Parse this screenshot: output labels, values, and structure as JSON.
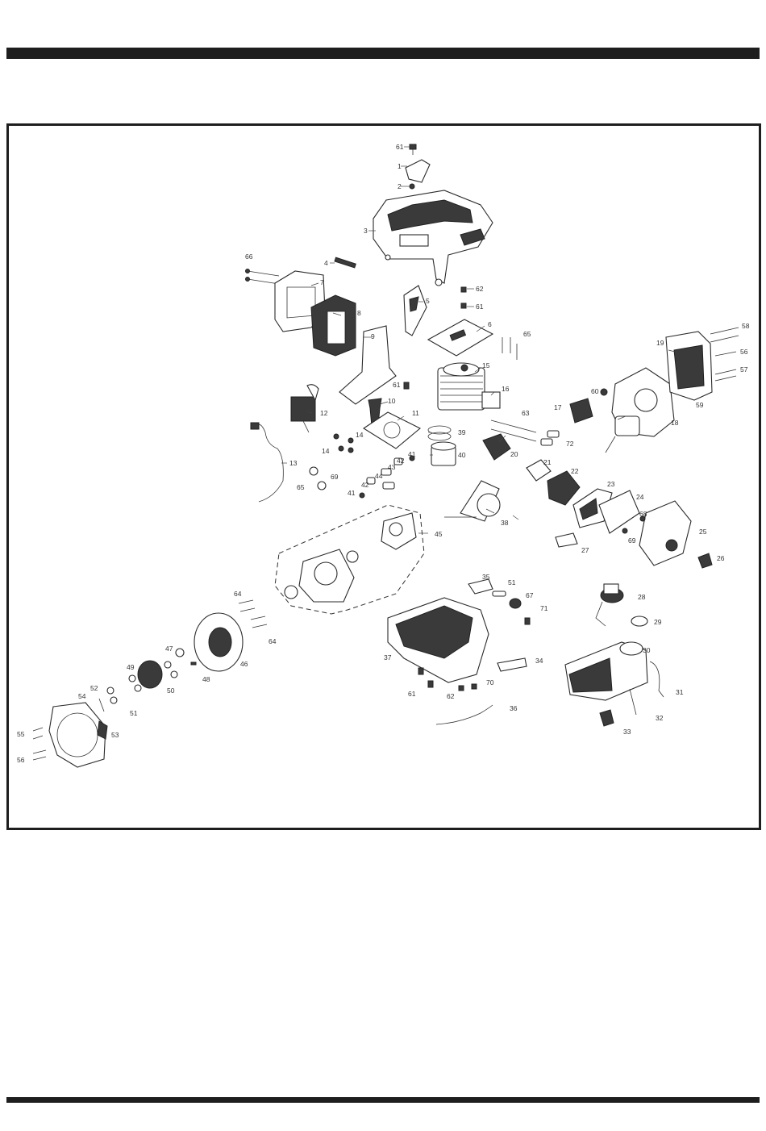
{
  "diagram": {
    "labels": [
      {
        "id": "61",
        "text": "61"
      },
      {
        "id": "1",
        "text": "1"
      },
      {
        "id": "2",
        "text": "2"
      },
      {
        "id": "3",
        "text": "3"
      },
      {
        "id": "66",
        "text": "66"
      },
      {
        "id": "4",
        "text": "4"
      },
      {
        "id": "7",
        "text": "7"
      },
      {
        "id": "5",
        "text": "5"
      },
      {
        "id": "62",
        "text": "62"
      },
      {
        "id": "61b",
        "text": "61"
      },
      {
        "id": "8",
        "text": "8"
      },
      {
        "id": "6",
        "text": "6"
      },
      {
        "id": "65",
        "text": "65"
      },
      {
        "id": "9",
        "text": "9"
      },
      {
        "id": "58",
        "text": "58"
      },
      {
        "id": "19",
        "text": "19"
      },
      {
        "id": "56",
        "text": "56"
      },
      {
        "id": "57",
        "text": "57"
      },
      {
        "id": "15",
        "text": "15"
      },
      {
        "id": "61c",
        "text": "61"
      },
      {
        "id": "60",
        "text": "60"
      },
      {
        "id": "16",
        "text": "16"
      },
      {
        "id": "59",
        "text": "59"
      },
      {
        "id": "10",
        "text": "10"
      },
      {
        "id": "17",
        "text": "17"
      },
      {
        "id": "12",
        "text": "12"
      },
      {
        "id": "63",
        "text": "63"
      },
      {
        "id": "18",
        "text": "18"
      },
      {
        "id": "11",
        "text": "11"
      },
      {
        "id": "39",
        "text": "39"
      },
      {
        "id": "14",
        "text": "14"
      },
      {
        "id": "72",
        "text": "72"
      },
      {
        "id": "14b",
        "text": "14"
      },
      {
        "id": "20",
        "text": "20"
      },
      {
        "id": "41",
        "text": "41"
      },
      {
        "id": "40",
        "text": "40"
      },
      {
        "id": "13",
        "text": "13"
      },
      {
        "id": "42",
        "text": "42"
      },
      {
        "id": "43",
        "text": "43"
      },
      {
        "id": "21",
        "text": "21"
      },
      {
        "id": "69",
        "text": "69"
      },
      {
        "id": "44",
        "text": "44"
      },
      {
        "id": "22",
        "text": "22"
      },
      {
        "id": "65b",
        "text": "65"
      },
      {
        "id": "23",
        "text": "23"
      },
      {
        "id": "41b",
        "text": "41"
      },
      {
        "id": "42b",
        "text": "42"
      },
      {
        "id": "24",
        "text": "24"
      },
      {
        "id": "38",
        "text": "38"
      },
      {
        "id": "68",
        "text": "68"
      },
      {
        "id": "45",
        "text": "45"
      },
      {
        "id": "25",
        "text": "25"
      },
      {
        "id": "69b",
        "text": "69"
      },
      {
        "id": "27",
        "text": "27"
      },
      {
        "id": "26",
        "text": "26"
      },
      {
        "id": "35",
        "text": "35"
      },
      {
        "id": "51",
        "text": "51"
      },
      {
        "id": "64",
        "text": "64"
      },
      {
        "id": "67",
        "text": "67"
      },
      {
        "id": "28",
        "text": "28"
      },
      {
        "id": "71",
        "text": "71"
      },
      {
        "id": "29",
        "text": "29"
      },
      {
        "id": "64b",
        "text": "64"
      },
      {
        "id": "47",
        "text": "47"
      },
      {
        "id": "30",
        "text": "30"
      },
      {
        "id": "46",
        "text": "46"
      },
      {
        "id": "37",
        "text": "37"
      },
      {
        "id": "49",
        "text": "49"
      },
      {
        "id": "48",
        "text": "48"
      },
      {
        "id": "34",
        "text": "34"
      },
      {
        "id": "50",
        "text": "50"
      },
      {
        "id": "52",
        "text": "52"
      },
      {
        "id": "70",
        "text": "70"
      },
      {
        "id": "61d",
        "text": "61"
      },
      {
        "id": "54",
        "text": "54"
      },
      {
        "id": "31",
        "text": "31"
      },
      {
        "id": "62b",
        "text": "62"
      },
      {
        "id": "51b",
        "text": "51"
      },
      {
        "id": "36",
        "text": "36"
      },
      {
        "id": "32",
        "text": "32"
      },
      {
        "id": "53",
        "text": "53"
      },
      {
        "id": "55",
        "text": "55"
      },
      {
        "id": "33",
        "text": "33"
      },
      {
        "id": "56b",
        "text": "56"
      }
    ]
  }
}
